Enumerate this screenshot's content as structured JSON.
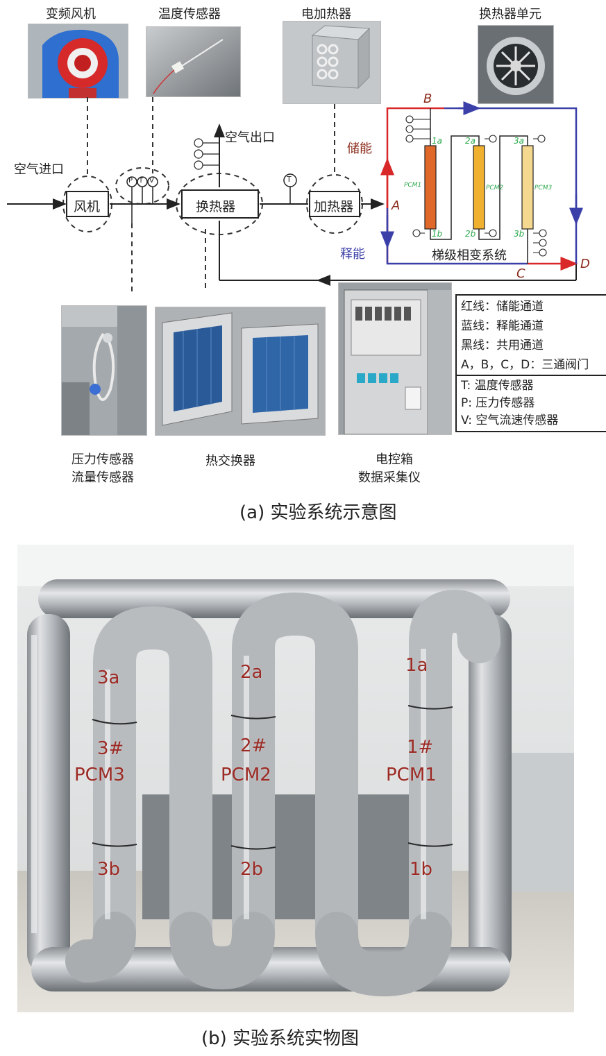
{
  "part_a": {
    "photo_labels": {
      "fan": "变频风机",
      "temp_sensor": "温度传感器",
      "heater": "电加热器",
      "hx_unit": "换热器单元"
    },
    "flow_labels": {
      "air_inlet": "空气进口",
      "air_outlet": "空气出口",
      "fan_box": "风机",
      "hx_box": "换热器",
      "heater_box": "加热器",
      "charge": "储能",
      "discharge": "释能",
      "system": "梯级相变系统"
    },
    "valves": {
      "A": "A",
      "B": "B",
      "C": "C",
      "D": "D"
    },
    "ports": {
      "p1a": "1a",
      "p1b": "1b",
      "p2a": "2a",
      "p2b": "2b",
      "p3a": "3a",
      "p3b": "3b"
    },
    "pcm": {
      "pcm1": "PCM1",
      "pcm2": "PCM2",
      "pcm3": "PCM3"
    },
    "sensor_letters": {
      "t": "T",
      "p": "P",
      "v": "V"
    },
    "legend1": [
      "红线：储能通道",
      "蓝线：释能通道",
      "黑线：共用通道",
      "A，B，C，D：三通阀门"
    ],
    "legend2": [
      "T: 温度传感器",
      "P: 压力传感器",
      "V: 空气流速传感器"
    ],
    "bottom_photo_labels": {
      "pressure": [
        "压力传感器",
        "流量传感器"
      ],
      "hx": "热交换器",
      "control": [
        "电控箱",
        "数据采集仪"
      ]
    },
    "caption": "(a) 实验系统示意图"
  },
  "part_b": {
    "labels": {
      "l3a": "3a",
      "l3hash": "3#",
      "lpcm3": "PCM3",
      "l3b": "3b",
      "l2a": "2a",
      "l2hash": "2#",
      "lpcm2": "PCM2",
      "l2b": "2b",
      "l1a": "1a",
      "l1hash": "1#",
      "lpcm1": "PCM1",
      "l1b": "1b"
    },
    "caption": "(b)  实验系统实物图"
  },
  "colors": {
    "charge": "#d9282a",
    "discharge": "#3b3fa8",
    "shared": "#222222",
    "pcm1": "#e0692a",
    "pcm2": "#f0b030",
    "pcm3": "#f5d890",
    "port_green": "#2aa84a"
  }
}
